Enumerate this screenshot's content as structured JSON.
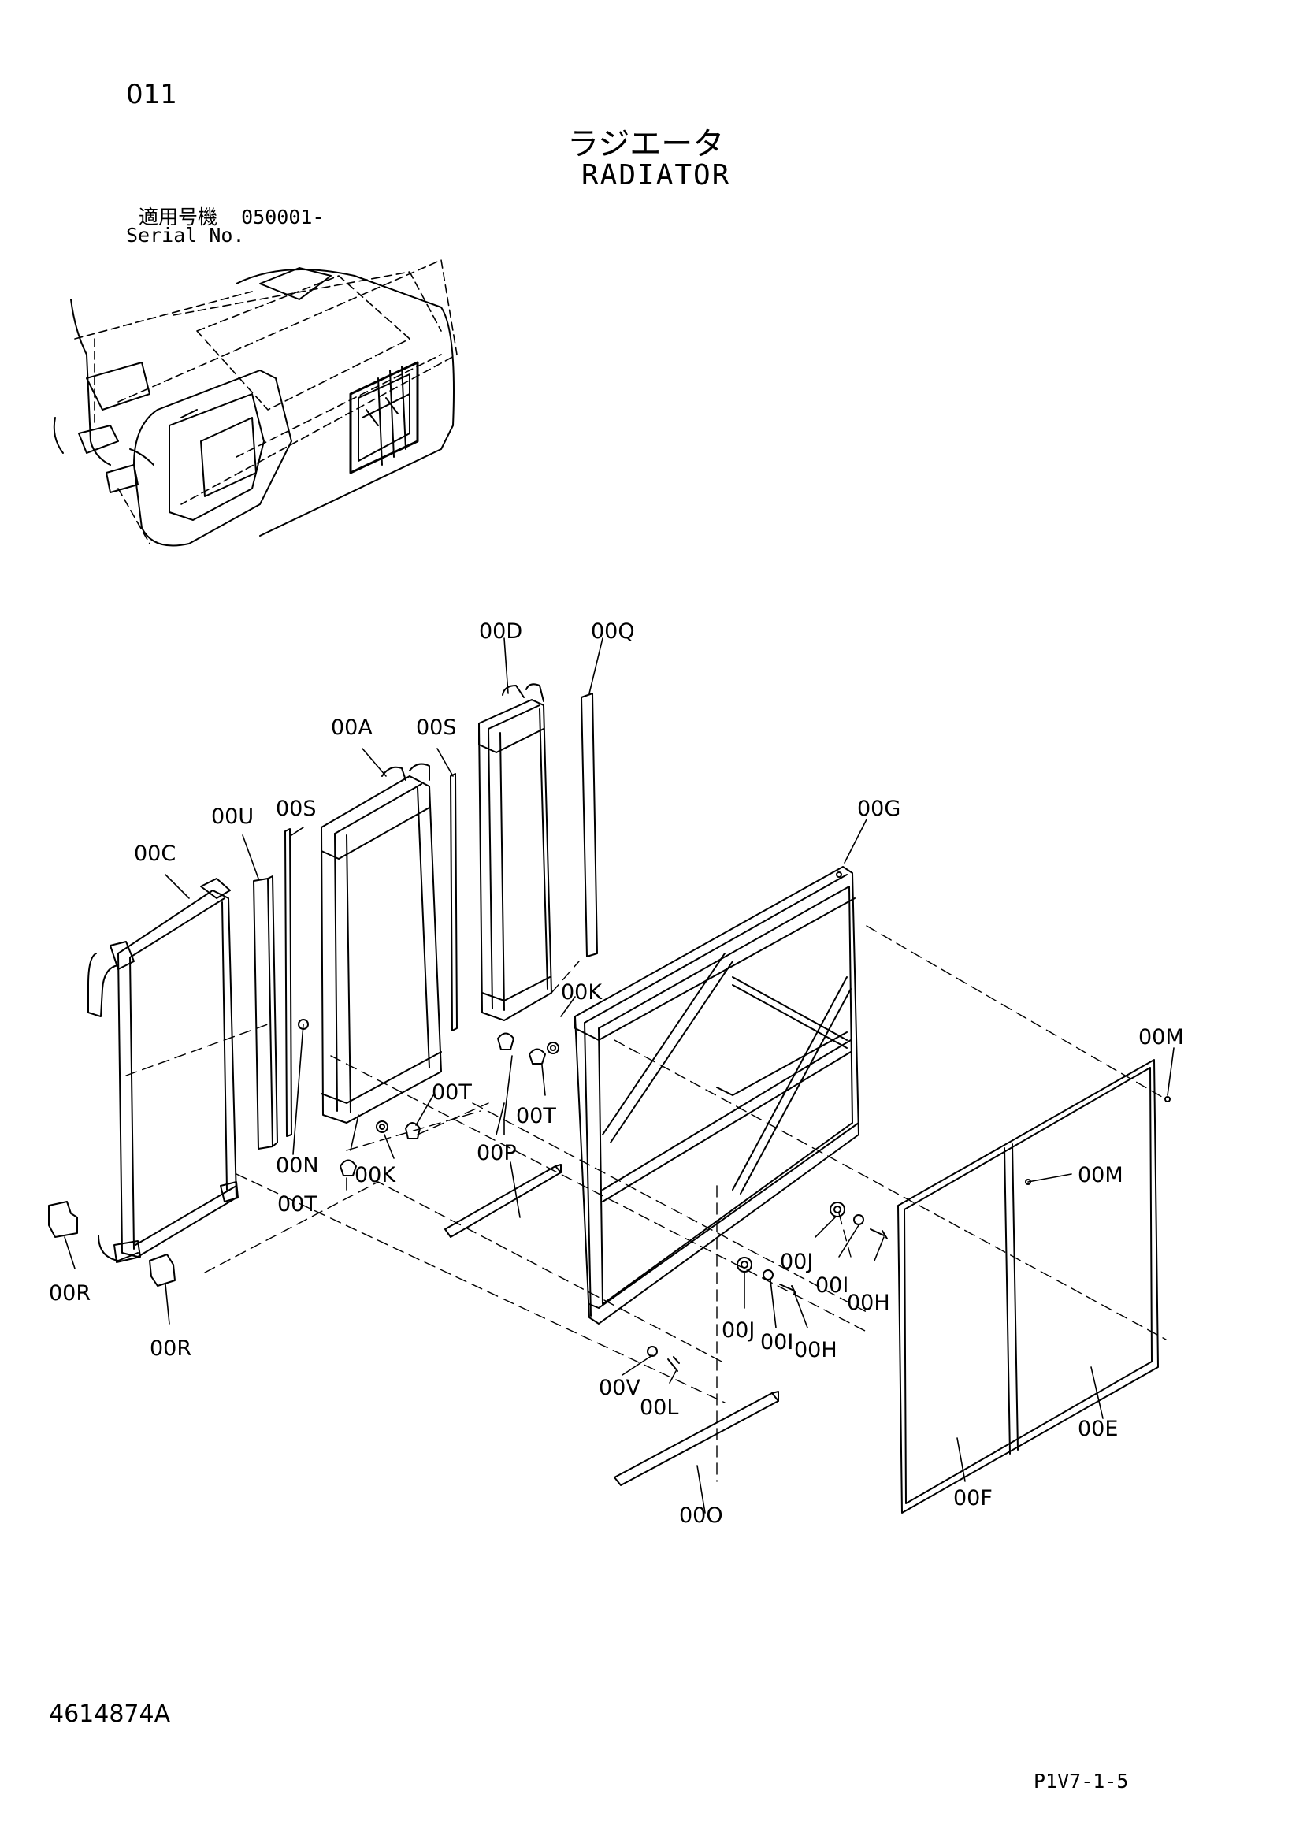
{
  "header": {
    "page_number": "011",
    "title_jp": "ラジエータ",
    "title_en": "RADIATOR",
    "serial_label_jp": "適用号機",
    "serial_range": "050001-",
    "serial_label_en": "Serial No."
  },
  "footer": {
    "document_code": "4614874A",
    "page_reference": "P1V7-1-5"
  },
  "callouts": {
    "c00D": "00D",
    "c00Q": "00Q",
    "c00A": "00A",
    "c00S_1": "00S",
    "c00S_2": "00S",
    "c00U": "00U",
    "c00C": "00C",
    "c00G": "00G",
    "c00K_1": "00K",
    "c00K_2": "00K",
    "c00M_1": "00M",
    "c00M_2": "00M",
    "c00T_1": "00T",
    "c00T_2": "00T",
    "c00T_3": "00T",
    "c00N": "00N",
    "c00P": "00P",
    "c00R_1": "00R",
    "c00R_2": "00R",
    "c00J_1": "00J",
    "c00J_2": "00J",
    "c00I_1": "00I",
    "c00I_2": "00I",
    "c00H_1": "00H",
    "c00H_2": "00H",
    "c00V": "00V",
    "c00L": "00L",
    "c00E": "00E",
    "c00F": "00F",
    "c00O": "00O"
  }
}
